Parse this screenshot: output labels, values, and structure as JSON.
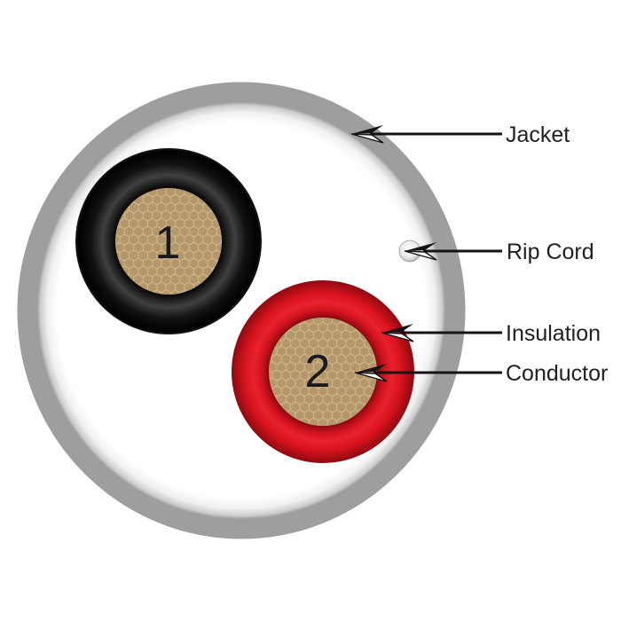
{
  "diagram": {
    "type": "cable-cross-section",
    "labels": {
      "jacket": "Jacket",
      "rip_cord": "Rip Cord",
      "insulation": "Insulation",
      "conductor": "Conductor"
    },
    "conductors": [
      {
        "number": "1",
        "insulation_color_name": "black",
        "insulation_hex": "#0b0b0b"
      },
      {
        "number": "2",
        "insulation_color_name": "red",
        "insulation_hex": "#d8131f"
      }
    ],
    "colors": {
      "background": "#ffffff",
      "jacket_white": "#ffffff",
      "jacket_edge_gray": "#9e9e9e",
      "insulation_black": "#0b0b0b",
      "insulation_black_sheen": "#404040",
      "insulation_red": "#d8131f",
      "insulation_red_dark": "#8f0a11",
      "conductor_tan": "#d9bd90",
      "conductor_hex_fill": "#b4976a",
      "rip_cord_fill": "#e9e9e9",
      "rip_cord_edge": "#9a9a9a",
      "label_text": "#1f1f1f",
      "arrow": "#141414",
      "number_text": "#1a1a1a"
    }
  }
}
